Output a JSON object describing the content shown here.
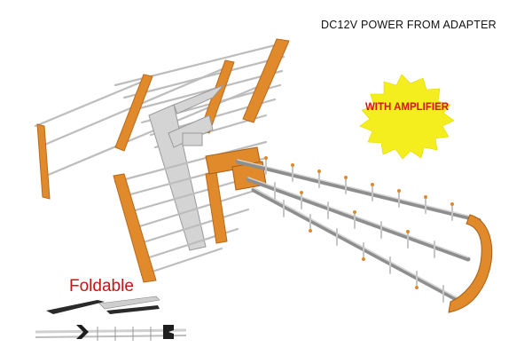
{
  "headline": "DC12V POWER FROM ADAPTER",
  "badge": {
    "label": "WITH AMPLIFIER",
    "fill_color": "#f5ee1e",
    "text_color": "#d11414"
  },
  "foldable_label": "Foldable",
  "colors": {
    "frame_orange": "#e08a2c",
    "rod_silver": "#b9b9b9",
    "boom_gray": "#8e8e8e",
    "foldable_red": "#c81414"
  },
  "icons": {
    "antenna": "tv-antenna-illustration",
    "folded": "folded-antenna-thumbnail"
  }
}
